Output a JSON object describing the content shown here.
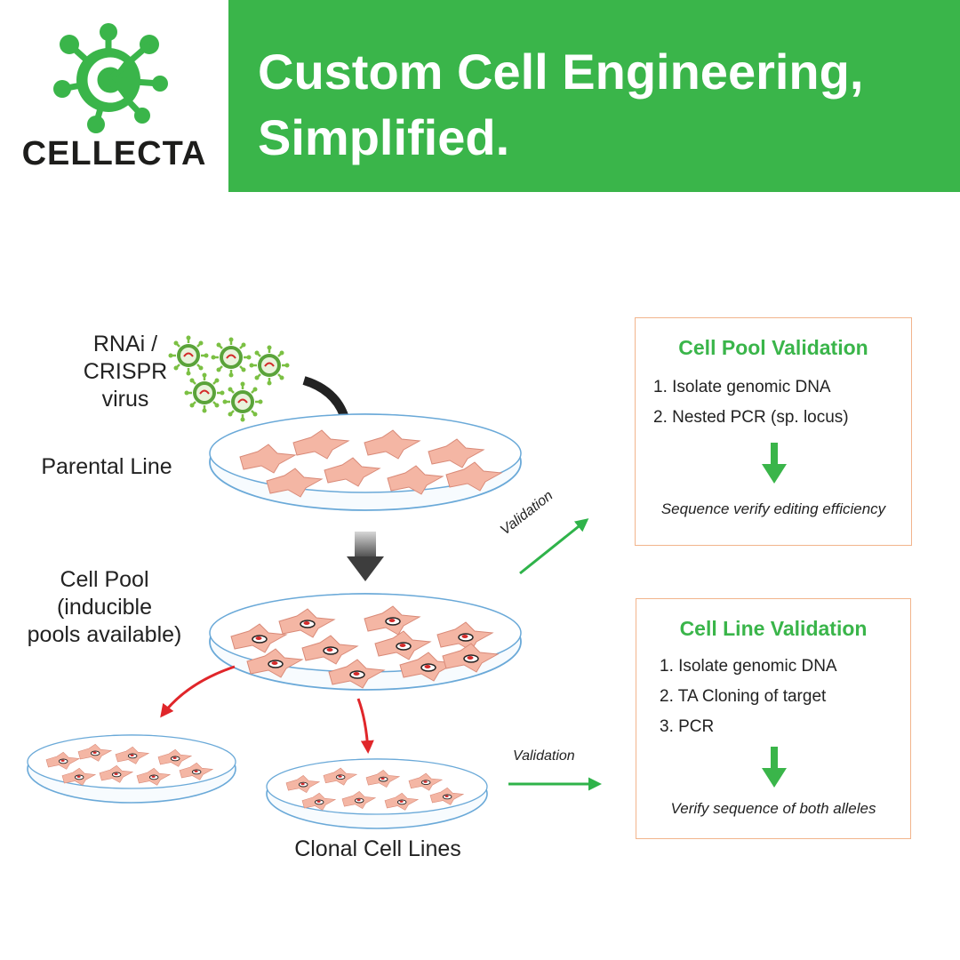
{
  "brand": {
    "name": "CELLECTA",
    "color": "#3ab54a"
  },
  "banner": {
    "line1": "Custom Cell Engineering,",
    "line2": "Simplified."
  },
  "diagram": {
    "virus_label": [
      "RNAi /",
      "CRISPR",
      "virus"
    ],
    "parental_label": "Parental Line",
    "pool_label": [
      "Cell Pool",
      "(inducible",
      "pools available)"
    ],
    "clonal_label": "Clonal Cell Lines",
    "validation_top": "Validation",
    "validation_bottom": "Validation"
  },
  "pool_box": {
    "title": "Cell Pool Validation",
    "steps": [
      "1.  Isolate genomic DNA",
      "2.  Nested PCR (sp. locus)"
    ],
    "result": "Sequence verify editing efficiency"
  },
  "line_box": {
    "title": "Cell Line Validation",
    "steps": [
      "1.  Isolate genomic DNA",
      "2.  TA Cloning of target",
      "3.  PCR"
    ],
    "result": "Verify sequence of both alleles"
  },
  "colors": {
    "accent": "#3ab54a",
    "box_border": "#f2b48c",
    "red_arrow": "#e0262a",
    "cell": "#f4b6a4",
    "dish": "#6aa9d8"
  }
}
